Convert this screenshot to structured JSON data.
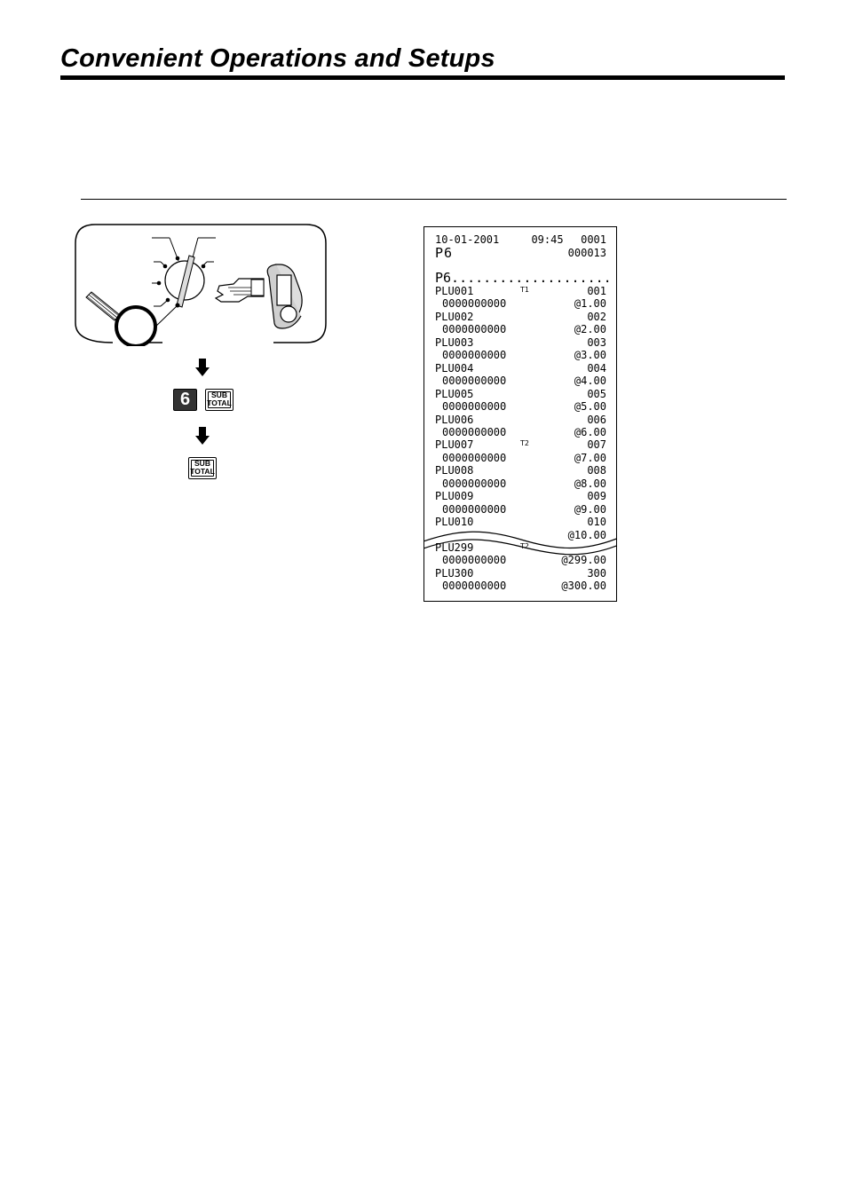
{
  "page": {
    "title": "Convenient Operations and Setups"
  },
  "procedure": {
    "step1_key_number": "6",
    "step1_key_label_top": "SUB",
    "step1_key_label_bottom": "TOTAL",
    "step2_key_label_top": "SUB",
    "step2_key_label_bottom": "TOTAL"
  },
  "receipt": {
    "date": "10-01-2001",
    "time": "09:45",
    "machine": "0001",
    "report_code": "P6",
    "consecutive": "000013",
    "section_header": "P6....................",
    "items": [
      {
        "name": "PLU001",
        "tax": "T1",
        "code": "001",
        "counter": "0000000000",
        "price": "@1.00"
      },
      {
        "name": "PLU002",
        "tax": "",
        "code": "002",
        "counter": "0000000000",
        "price": "@2.00"
      },
      {
        "name": "PLU003",
        "tax": "",
        "code": "003",
        "counter": "0000000000",
        "price": "@3.00"
      },
      {
        "name": "PLU004",
        "tax": "",
        "code": "004",
        "counter": "0000000000",
        "price": "@4.00"
      },
      {
        "name": "PLU005",
        "tax": "",
        "code": "005",
        "counter": "0000000000",
        "price": "@5.00"
      },
      {
        "name": "PLU006",
        "tax": "",
        "code": "006",
        "counter": "0000000000",
        "price": "@6.00"
      },
      {
        "name": "PLU007",
        "tax": "T2",
        "code": "007",
        "counter": "0000000000",
        "price": "@7.00"
      },
      {
        "name": "PLU008",
        "tax": "",
        "code": "008",
        "counter": "0000000000",
        "price": "@8.00"
      },
      {
        "name": "PLU009",
        "tax": "",
        "code": "009",
        "counter": "0000000000",
        "price": "@9.00"
      },
      {
        "name": "PLU010",
        "tax": "",
        "code": "010",
        "counter": "",
        "price": "@10.00"
      }
    ],
    "items_after_break": [
      {
        "name": "PLU299",
        "tax": "T2",
        "code": "",
        "counter": "0000000000",
        "price": "@299.00"
      },
      {
        "name": "PLU300",
        "tax": "",
        "code": "300",
        "counter": "0000000000",
        "price": "@300.00"
      }
    ]
  }
}
